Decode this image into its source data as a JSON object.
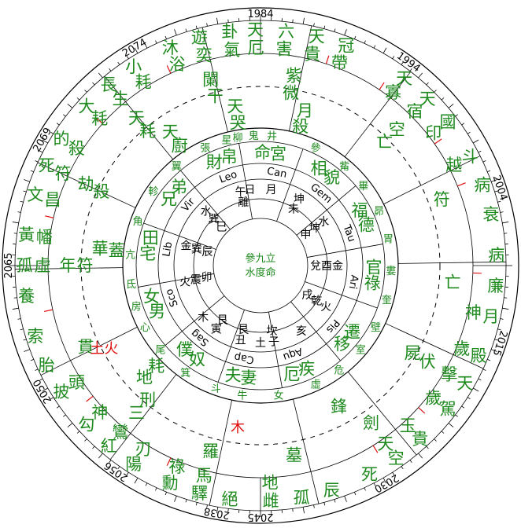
{
  "center_text": [
    "參九立",
    "水度命"
  ],
  "years": [
    {
      "label": "1984",
      "angle": 0
    },
    {
      "label": "1994",
      "angle": 36
    },
    {
      "label": "2004",
      "angle": 72
    },
    {
      "label": "2015",
      "angle": 108
    },
    {
      "label": "2030",
      "angle": 150
    },
    {
      "label": "2038",
      "angle": 190
    },
    {
      "label": "2045",
      "angle": 180
    },
    {
      "label": "2056",
      "angle": 215
    },
    {
      "label": "2050",
      "angle": 240
    },
    {
      "label": "2065",
      "angle": 270
    },
    {
      "label": "2069",
      "angle": 300
    },
    {
      "label": "2074",
      "angle": 330
    }
  ],
  "outer_sectors": [
    {
      "angle": 10,
      "cols": [
        "天厄",
        "六害",
        "天貴",
        "冠帶"
      ],
      "extra": "紫微",
      "sub": "月殺"
    },
    {
      "angle": -15,
      "cols": [
        "沐浴",
        "遊奕",
        "卦氣"
      ],
      "extra": "闌干",
      "sub": "天哭"
    },
    {
      "angle": -40,
      "cols": [
        "大耗",
        "長生",
        "小耗"
      ],
      "extra": "天耗",
      "sub": "天廚"
    },
    {
      "angle": -65,
      "cols": [
        "文昌",
        "死符",
        "的殺"
      ],
      "extra": "劫殺",
      "sub": ""
    },
    {
      "angle": -90,
      "cols": [
        "養",
        "孤虛",
        "黃幡"
      ],
      "extra": "年符",
      "sub": "華蓋"
    },
    {
      "angle": -115,
      "cols": [
        "披頭",
        "胎",
        "索"
      ],
      "extra": "貫",
      "sub": ""
    },
    {
      "angle": -140,
      "cols": [
        "陽刃",
        "紅鸞",
        "勾神"
      ],
      "extra": "三刑",
      "sub": "地耗"
    },
    {
      "angle": -165,
      "cols": [
        "絕",
        "驛馬",
        "勳祿"
      ],
      "extra": "羅",
      "sub": ""
    },
    {
      "angle": 170,
      "cols": [
        "辰",
        "孤",
        "雌地"
      ],
      "extra": "墓",
      "sub": ""
    },
    {
      "angle": 145,
      "cols": [
        "貴玉",
        "空天",
        "死"
      ],
      "extra": "劍",
      "sub": "鋒"
    },
    {
      "angle": 120,
      "cols": [
        "殿歲",
        "天擊",
        "駕歲"
      ],
      "extra": "伏屍",
      "sub": ""
    },
    {
      "angle": 95,
      "cols": [
        "病",
        "廉",
        "月神"
      ],
      "extra": "亡",
      "sub": ""
    },
    {
      "angle": 70,
      "cols": [
        "斗越",
        "病",
        "衰"
      ],
      "extra": "符",
      "sub": ""
    },
    {
      "angle": 45,
      "cols": [
        "天寡",
        "天宿",
        "國印"
      ],
      "extra": "空亡",
      "sub": ""
    }
  ],
  "red_chars": [
    {
      "text": "土火",
      "angle": -118,
      "r": 225
    },
    {
      "text": "木",
      "angle": 188,
      "r": 208
    }
  ],
  "mid_ring": [
    {
      "t": "井",
      "a": 5
    },
    {
      "t": "參",
      "a": 25
    },
    {
      "t": "觜",
      "a": 40
    },
    {
      "t": "畢",
      "a": 52
    },
    {
      "t": "昴",
      "a": 65
    },
    {
      "t": "胃",
      "a": 78
    },
    {
      "t": "婁",
      "a": 92
    },
    {
      "t": "奎",
      "a": 105
    },
    {
      "t": "壁",
      "a": 118
    },
    {
      "t": "室",
      "a": 130
    },
    {
      "t": "危",
      "a": 143
    },
    {
      "t": "虛",
      "a": 155
    },
    {
      "t": "女",
      "a": 172
    },
    {
      "t": "牛",
      "a": 188
    },
    {
      "t": "斗",
      "a": 200
    },
    {
      "t": "箕",
      "a": 215
    },
    {
      "t": "尾",
      "a": 230
    },
    {
      "t": "心",
      "a": 242
    },
    {
      "t": "房",
      "a": 252
    },
    {
      "t": "氐",
      "a": 262
    },
    {
      "t": "亢",
      "a": 275
    },
    {
      "t": "角",
      "a": 290
    },
    {
      "t": "軫",
      "a": 305
    },
    {
      "t": "翼",
      "a": 320
    },
    {
      "t": "張",
      "a": 335
    },
    {
      "t": "星",
      "a": 345
    },
    {
      "t": "柳",
      "a": 350
    },
    {
      "t": "鬼",
      "a": 357
    }
  ],
  "palaces": [
    {
      "t": "命宮",
      "a": 5
    },
    {
      "t": "相貌",
      "a": 35
    },
    {
      "t": "福德",
      "a": 65
    },
    {
      "t": "官祿",
      "a": 95
    },
    {
      "t": "遷移",
      "a": 130
    },
    {
      "t": "疾厄",
      "a": 160
    },
    {
      "t": "妻夫",
      "a": 190
    },
    {
      "t": "奴僕",
      "a": 218
    },
    {
      "t": "男女",
      "a": 250
    },
    {
      "t": "宅田",
      "a": 280
    },
    {
      "t": "兄弟",
      "a": 310
    },
    {
      "t": "財帛",
      "a": 340
    }
  ],
  "signs": [
    {
      "t": "Can",
      "a": 10
    },
    {
      "t": "Gem",
      "a": 40
    },
    {
      "t": "Tau",
      "a": 70
    },
    {
      "t": "Ari",
      "a": 100
    },
    {
      "t": "Pis",
      "a": 130
    },
    {
      "t": "Aqu",
      "a": 160
    },
    {
      "t": "Cap",
      "a": 190
    },
    {
      "t": "Sag",
      "a": 220
    },
    {
      "t": "Sco",
      "a": 250
    },
    {
      "t": "Lib",
      "a": 280
    },
    {
      "t": "Vir",
      "a": 310
    },
    {
      "t": "Leo",
      "a": 340
    }
  ],
  "branches": [
    {
      "t": "月",
      "a": 8
    },
    {
      "t": "坤未",
      "a": 30
    },
    {
      "t": "水坤申",
      "a": 55
    },
    {
      "t": "金酉兌",
      "a": 90
    },
    {
      "t": "火乾戌",
      "a": 122
    },
    {
      "t": "亥",
      "a": 148
    },
    {
      "t": "子坎",
      "a": 170
    },
    {
      "t": "土",
      "a": 180
    },
    {
      "t": "丑艮",
      "a": 195
    },
    {
      "t": "寅艮",
      "a": 215
    },
    {
      "t": "木",
      "a": 228
    },
    {
      "t": "火震卯",
      "a": 258
    },
    {
      "t": "金巽辰",
      "a": 285
    },
    {
      "t": "水巽巳",
      "a": 315
    },
    {
      "t": "午離",
      "a": 345
    },
    {
      "t": "日",
      "a": 352
    }
  ]
}
